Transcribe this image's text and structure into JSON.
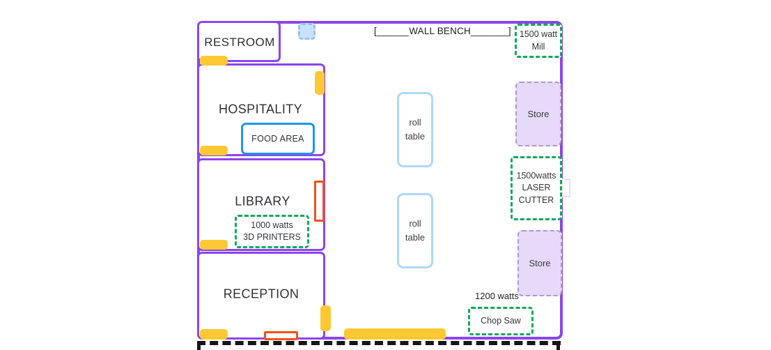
{
  "rooms": {
    "restroom": {
      "label": "RESTROOM"
    },
    "hospitality": {
      "label": "HOSPITALITY"
    },
    "library": {
      "label": "LIBRARY"
    },
    "reception": {
      "label": "RECEPTION"
    }
  },
  "fixtures": {
    "wall_bench": {
      "label": "[______WALL BENCH_______]"
    },
    "food_area": {
      "label": "FOOD AREA"
    },
    "roll_table_top": {
      "line1": "roll",
      "line2": "table"
    },
    "roll_table_bottom": {
      "line1": "roll",
      "line2": "table"
    },
    "store_top": {
      "label": "Store"
    },
    "store_bottom": {
      "label": "Store"
    }
  },
  "equipment": {
    "mill": {
      "line1": "1500 watt",
      "line2": "Mill"
    },
    "printers_3d": {
      "line1": "1000 watts",
      "line2": "3D PRINTERS"
    },
    "laser_cutter": {
      "line1": "1500watts",
      "line2": "LASER",
      "line3": "CUTTER"
    },
    "chop_saw": {
      "label": "Chop Saw",
      "watts_note": "1200 watts"
    }
  },
  "colors": {
    "wall": "#8C45EC",
    "door": "#FCC934",
    "equipment_outline": "#0FA958",
    "store_fill": "#E7D9F8",
    "store_border": "#AD97D0",
    "red_marker": "#F4511E",
    "food_area_border": "#1E96F0",
    "roll_table_border": "#AFD7F7",
    "blue_square_fill": "#C9E2F8",
    "bottom_boundary": "#161616"
  }
}
